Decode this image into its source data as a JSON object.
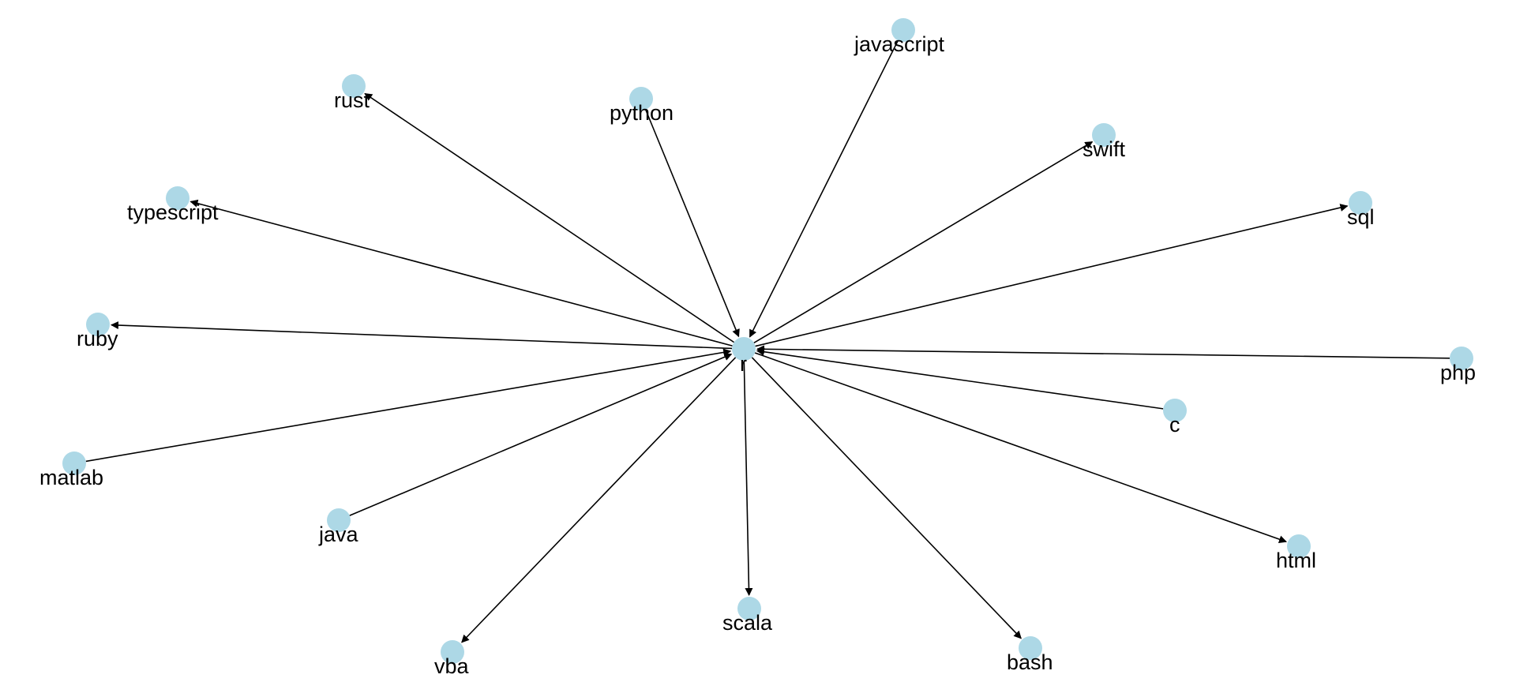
{
  "graph": {
    "node_color": "#ADD8E6",
    "edge_color": "#000000",
    "label_color": "#000000",
    "center": {
      "id": "r",
      "label": "r"
    },
    "nodes": [
      {
        "id": "rust",
        "label": "rust",
        "direction": "out"
      },
      {
        "id": "python",
        "label": "python",
        "direction": "in"
      },
      {
        "id": "javascript",
        "label": "javascript",
        "direction": "in"
      },
      {
        "id": "swift",
        "label": "swift",
        "direction": "out"
      },
      {
        "id": "sql",
        "label": "sql",
        "direction": "out"
      },
      {
        "id": "typescript",
        "label": "typescript",
        "direction": "out"
      },
      {
        "id": "ruby",
        "label": "ruby",
        "direction": "out"
      },
      {
        "id": "php",
        "label": "php",
        "direction": "in"
      },
      {
        "id": "c",
        "label": "c",
        "direction": "in"
      },
      {
        "id": "matlab",
        "label": "matlab",
        "direction": "in"
      },
      {
        "id": "java",
        "label": "java",
        "direction": "in"
      },
      {
        "id": "html",
        "label": "html",
        "direction": "out"
      },
      {
        "id": "scala",
        "label": "scala",
        "direction": "out"
      },
      {
        "id": "vba",
        "label": "vba",
        "direction": "out"
      },
      {
        "id": "bash",
        "label": "bash",
        "direction": "out"
      }
    ]
  }
}
